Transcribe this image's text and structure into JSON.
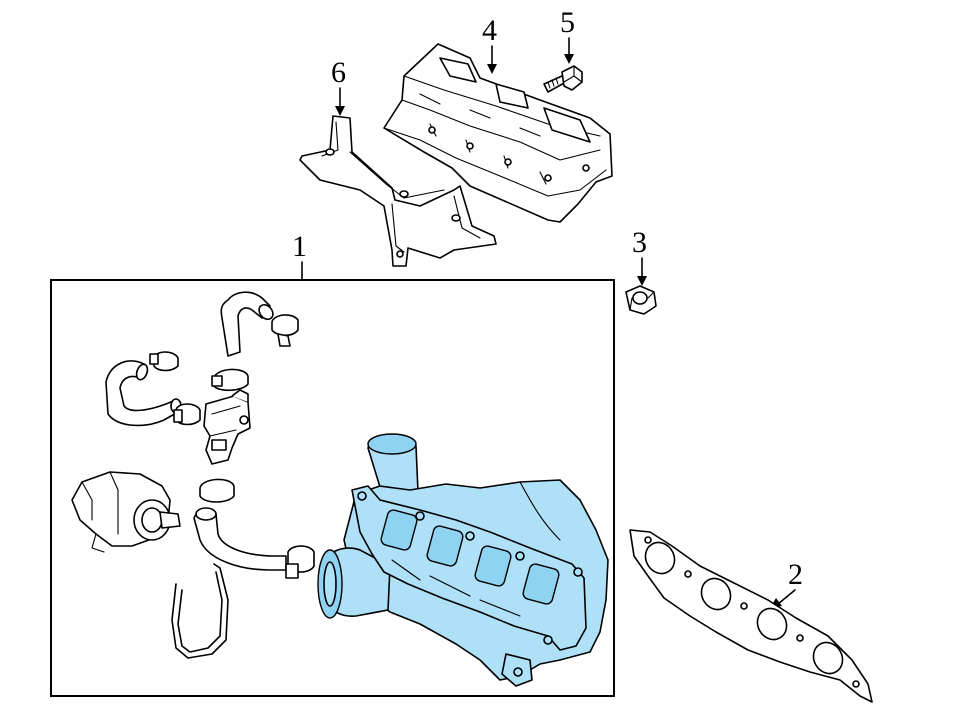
{
  "callouts": {
    "c1": "1",
    "c2": "2",
    "c3": "3",
    "c4": "4",
    "c5": "5",
    "c6": "6"
  },
  "colors": {
    "highlight": "#aee0f7",
    "line": "#000000",
    "background": "#ffffff"
  }
}
